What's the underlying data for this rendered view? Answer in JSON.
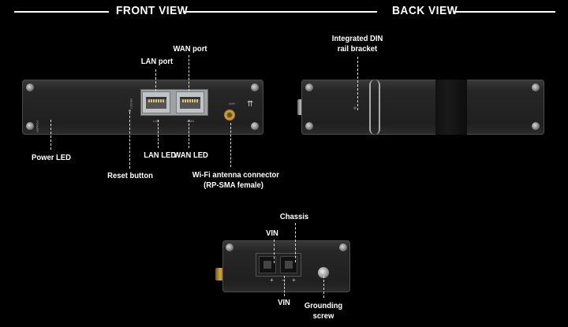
{
  "front_view": {
    "title": "FRONT VIEW",
    "labels": {
      "lan_port": "LAN port",
      "wan_port": "WAN port",
      "power_led": "Power LED",
      "reset_button": "Reset button",
      "lan_led": "LAN LED",
      "wan_led": "WAN LED",
      "wifi_antenna_line1": "Wi-Fi antenna connector",
      "wifi_antenna_line2": "(RP-SMA female)"
    }
  },
  "back_view": {
    "title": "BACK VIEW",
    "labels": {
      "din_rail_line1": "Integrated DIN",
      "din_rail_line2": "rail bracket"
    }
  },
  "side_view": {
    "labels": {
      "chassis": "Chassis",
      "vin_top": "VIN",
      "vin_bottom": "VIN",
      "grounding_line1": "Grounding",
      "grounding_line2": "screw"
    },
    "polarity_marks": [
      "+",
      "−",
      "+"
    ]
  },
  "device_markings": {
    "power": "POWER",
    "reset": "RESET",
    "lan": "LAN",
    "wan": "WAN",
    "wifi": "WiFi"
  }
}
